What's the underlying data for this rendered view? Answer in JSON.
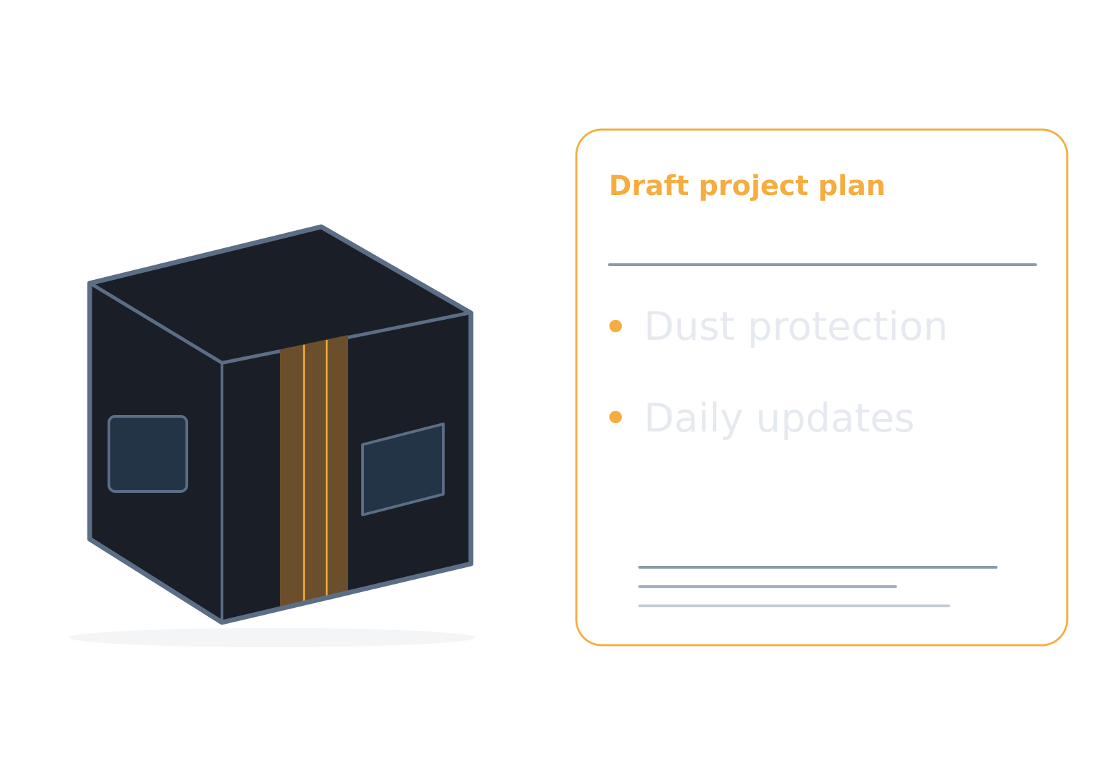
{
  "card": {
    "title": "Draft project plan",
    "items": [
      {
        "label": "Dust protection"
      },
      {
        "label": "Daily updates"
      }
    ]
  },
  "colors": {
    "accent": "#F6AD3F",
    "box_fill": "#1A1F27",
    "box_stroke": "#5B6E86",
    "window_fill": "#243447",
    "tape_fill": "#6B4F2C",
    "divider": "#8A9AAC",
    "item_text": "#E6EAF0"
  },
  "icons": {
    "box": "shipping-box-icon",
    "bullet": "bullet-dot-icon"
  }
}
